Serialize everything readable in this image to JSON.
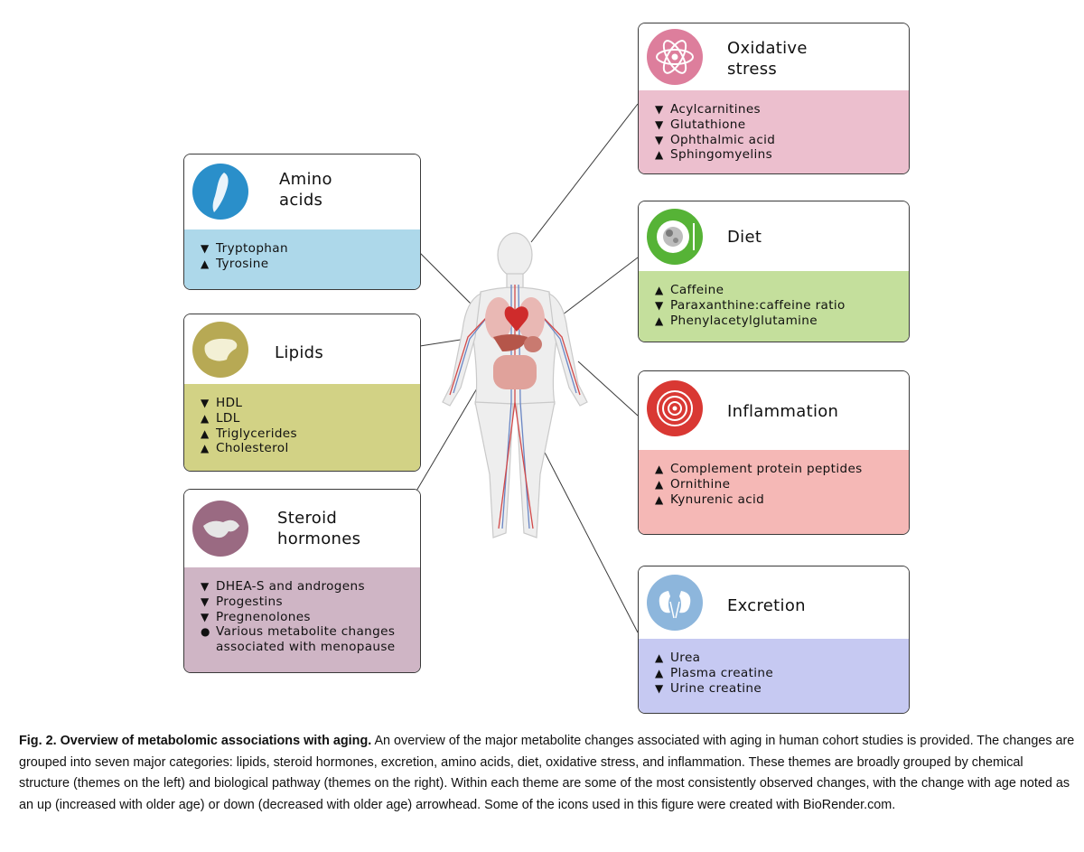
{
  "themes": {
    "amino": {
      "title": "Amino\nacids",
      "color": "#add8ea",
      "icon": "muscle-icon",
      "items": [
        {
          "mark": "▼",
          "text": "Tryptophan"
        },
        {
          "mark": "▲",
          "text": "Tyrosine"
        }
      ]
    },
    "lipids": {
      "title": "Lipids",
      "color": "#d2d285",
      "icon": "liver-icon",
      "items": [
        {
          "mark": "▼",
          "text": "HDL"
        },
        {
          "mark": "▲",
          "text": "LDL"
        },
        {
          "mark": "▲",
          "text": "Triglycerides"
        },
        {
          "mark": "▲",
          "text": "Cholesterol"
        }
      ]
    },
    "steroid": {
      "title": "Steroid\nhormones",
      "color": "#cfb5c5",
      "icon": "gland-icon",
      "items": [
        {
          "mark": "▼",
          "text": "DHEA-S and androgens"
        },
        {
          "mark": "▼",
          "text": "Progestins"
        },
        {
          "mark": "▼",
          "text": "Pregnenolones"
        },
        {
          "mark": "●",
          "text": "Various metabolite changes\nassociated with menopause"
        }
      ]
    },
    "oxidative": {
      "title": "Oxidative\nstress",
      "color": "#ecbfce",
      "icon": "atom-icon",
      "items": [
        {
          "mark": "▼",
          "text": "Acylcarnitines"
        },
        {
          "mark": "▼",
          "text": "Glutathione"
        },
        {
          "mark": "▼",
          "text": "Ophthalmic acid"
        },
        {
          "mark": "▲",
          "text": "Sphingomyelins"
        }
      ]
    },
    "diet": {
      "title": "Diet",
      "color": "#c4df9c",
      "icon": "plate-icon",
      "items": [
        {
          "mark": "▲",
          "text": "Caffeine"
        },
        {
          "mark": "▼",
          "text": "Paraxanthine:caffeine ratio"
        },
        {
          "mark": "▲",
          "text": "Phenylacetylglutamine"
        }
      ]
    },
    "inflammation": {
      "title": "Inflammation",
      "color": "#f5b8b6",
      "icon": "target-icon",
      "items": [
        {
          "mark": "▲",
          "text": "Complement protein peptides"
        },
        {
          "mark": "▲",
          "text": "Ornithine"
        },
        {
          "mark": "▲",
          "text": "Kynurenic acid"
        }
      ]
    },
    "excretion": {
      "title": "Excretion",
      "color": "#c6c9f2",
      "icon": "kidney-icon",
      "items": [
        {
          "mark": "▲",
          "text": "Urea"
        },
        {
          "mark": "▲",
          "text": "Plasma creatine"
        },
        {
          "mark": "▼",
          "text": "Urine creatine"
        }
      ]
    }
  },
  "colors": {
    "border": "#3a3a3a",
    "amino_icon": "#2a8fca",
    "lipids_icon": "#b7a954",
    "steroid_icon": "#9a6a82",
    "oxidative_icon": "#dd7e9c",
    "diet_icon": "#56b336",
    "inflammation_icon": "#d93833",
    "excretion_icon": "#8db6dc"
  },
  "caption": {
    "label": "Fig. 2. Overview of metabolomic associations with aging.",
    "text": " An overview of the major metabolite changes associated with aging in human cohort studies is provided. The changes are grouped into seven major categories: lipids, steroid hormones, excretion, amino acids, diet, oxidative stress, and inflammation. These themes are broadly grouped by chemical structure (themes on the left) and biological pathway (themes on the right). Within each theme are some of the most consistently observed changes, with the change with age noted as an up (increased with older age) or down (decreased with older age) arrowhead. Some of the icons used in this figure were created with BioRender.com."
  }
}
